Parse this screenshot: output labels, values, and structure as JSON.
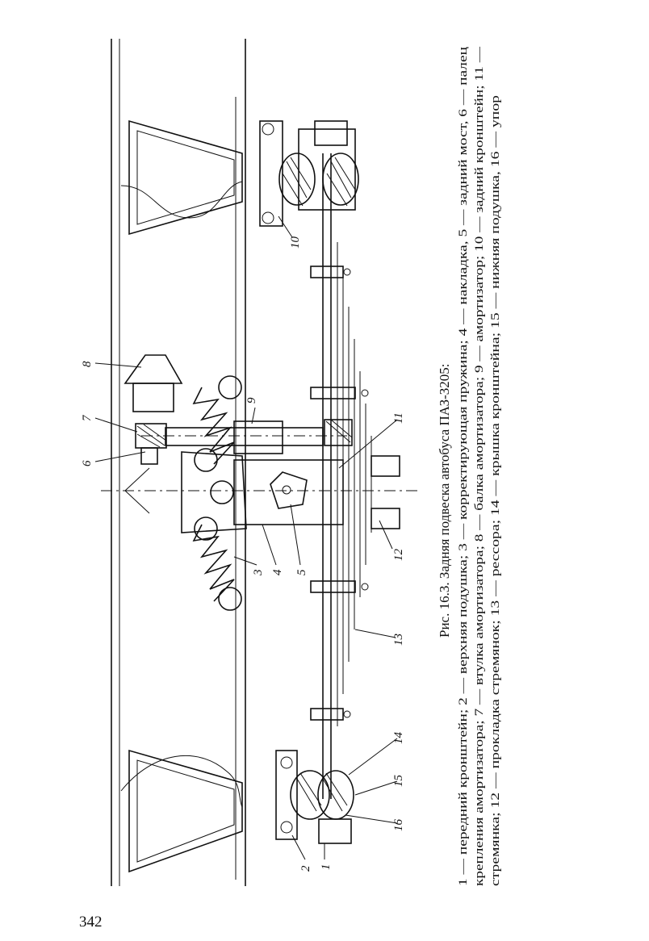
{
  "page_number": "342",
  "caption": "Рис. 16.3. Задняя подвеска автобуса ПАЗ-3205:",
  "legend_lines": [
    "1 — передний кронштейн; 2 — верхняя подушка; 3 — корректирующая пружина; 4 — накладка, 5 — задний мост, 6 — палец",
    "крепления амортизатора; 7 — втулка амортизатора; 8 — балка амортизатора; 9 — амортизатор; 10 — задний кронштейн; 11 —",
    "стремянка; 12 — прокладка стремянок; 13 — рессора; 14 — крышка кронштейна; 15 — нижняя подушка, 16 — упор"
  ],
  "callouts": [
    "1",
    "2",
    "3",
    "4",
    "5",
    "6",
    "7",
    "8",
    "9",
    "10",
    "11",
    "12",
    "13",
    "14",
    "15",
    "16"
  ]
}
